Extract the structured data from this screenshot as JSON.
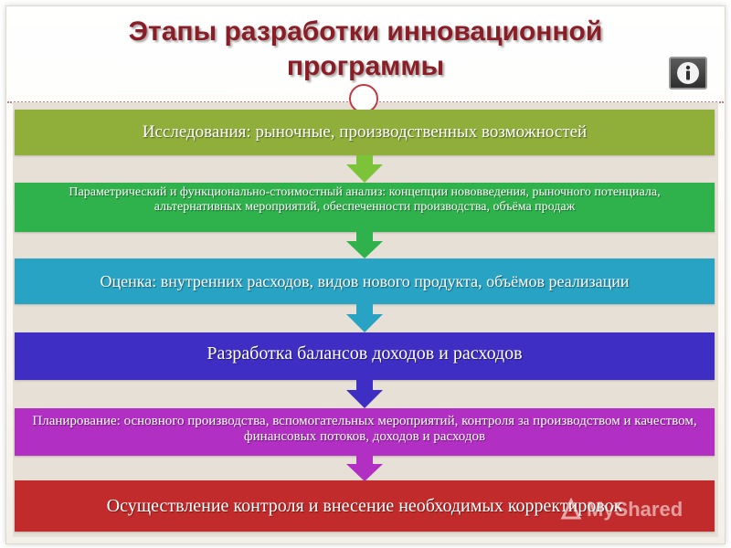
{
  "title": {
    "line1": "Этапы разработки инновационной",
    "line2": "программы"
  },
  "info_button": {
    "icon": "info-icon",
    "label": "i"
  },
  "stages": [
    {
      "text": "Исследования: рыночные, производственных возможностей",
      "color": "#8fae3a"
    },
    {
      "text": "Параметрический и функционально-стоимостный анализ: концепции нововведения, рыночного потенциала, альтернативных мероприятий, обеспеченности производства, объёма продаж",
      "color": "#2fb24c"
    },
    {
      "text": "Оценка: внутренних расходов, видов нового продукта, объёмов реализации",
      "color": "#29a3c4"
    },
    {
      "text": "Разработка балансов доходов и расходов",
      "color": "#3e2ec4"
    },
    {
      "text": "Планирование: основного производства, вспомогательных мероприятий, контроля за производством и качеством, финансовых потоков, доходов и расходов",
      "color": "#b22fc4"
    },
    {
      "text": "Осуществление контроля и внесение необходимых корректировок",
      "color": "#c22b2b"
    }
  ],
  "watermark": {
    "text": "MyShared",
    "icon": "logo-icon"
  }
}
